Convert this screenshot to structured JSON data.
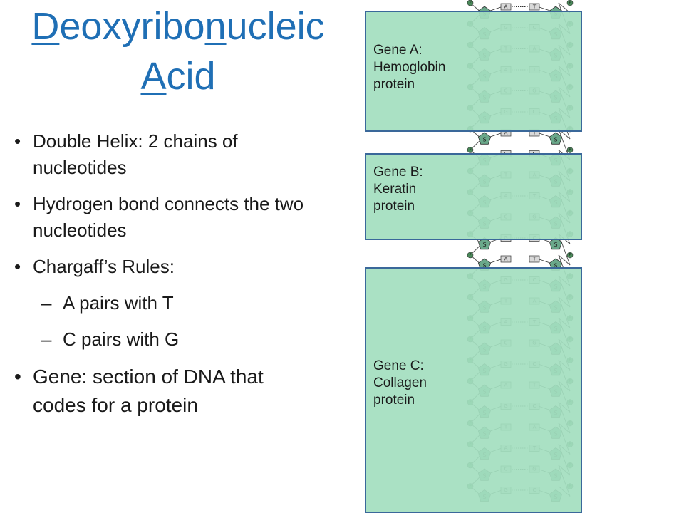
{
  "slide": {
    "title_line1_first": "D",
    "title_line1_mid": "eoxyribo",
    "title_line1_n": "n",
    "title_line1_rest": "ucleic",
    "title_line2_first": "A",
    "title_line2_rest": "cid"
  },
  "bullets": [
    {
      "text": "Double Helix: 2 chains of nucleotides"
    },
    {
      "text": "Hydrogen bond connects the two nucleotides"
    },
    {
      "text": "Chargaff’s Rules:"
    },
    {
      "text": "Gene: section of DNA that codes for a protein"
    }
  ],
  "subbullets": [
    {
      "dash": "–",
      "text": "A pairs with T"
    },
    {
      "dash": "–",
      "text": "C pairs with G"
    }
  ],
  "genes": [
    {
      "line1": "Gene A:",
      "line2": "Hemoglobin",
      "line3": "protein"
    },
    {
      "line1": "Gene B:",
      "line2": "Keratin",
      "line3": "protein"
    },
    {
      "line1": "Gene C:",
      "line2": "Collagen",
      "line3": "protein"
    }
  ],
  "helix": {
    "sugar_label": "S",
    "phosphate_label": "P",
    "base_pairs": [
      [
        "A",
        "T"
      ],
      [
        "G",
        "C"
      ],
      [
        "T",
        "A"
      ],
      [
        "A",
        "T"
      ],
      [
        "C",
        "G"
      ],
      [
        "G",
        "C"
      ],
      [
        "A",
        "T"
      ],
      [
        "G",
        "C"
      ],
      [
        "T",
        "A"
      ],
      [
        "A",
        "T"
      ],
      [
        "C",
        "G"
      ],
      [
        "G",
        "C"
      ],
      [
        "A",
        "T"
      ],
      [
        "G",
        "C"
      ],
      [
        "T",
        "A"
      ],
      [
        "A",
        "T"
      ],
      [
        "C",
        "G"
      ],
      [
        "G",
        "C"
      ],
      [
        "A",
        "T"
      ],
      [
        "G",
        "C"
      ],
      [
        "T",
        "A"
      ],
      [
        "A",
        "T"
      ],
      [
        "C",
        "G"
      ],
      [
        "G",
        "C"
      ]
    ]
  },
  "colors": {
    "title": "#1f6fb5",
    "gene_box": "#a3debf",
    "gene_border": "#3a689a",
    "sugar": "#6aa88a",
    "phosphate": "#4a8a5a"
  }
}
